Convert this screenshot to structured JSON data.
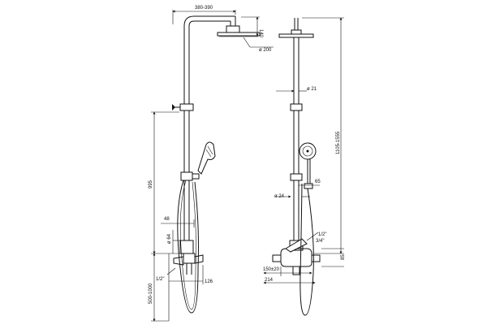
{
  "dimensions": {
    "arm_length": "380-390",
    "head_height": "140",
    "head_dia": "ø 200",
    "post_dia": "ø 21",
    "total_height": "1105-1555",
    "hand_spray_offset": "65",
    "bar_dia": "ø 24",
    "height_left": "995",
    "tap_depth": "48",
    "tap_dia": "ø 64",
    "inlet_left": "1/2\"",
    "spout_len": "126",
    "floor_height": "500-1000",
    "outlet_half": "1/2\"",
    "outlet_three_quarter": "3/4\"",
    "inlet_dist": "150±20",
    "spout_reach": "214",
    "wall_gap": "85"
  }
}
